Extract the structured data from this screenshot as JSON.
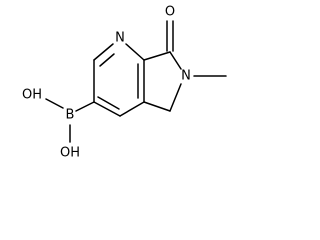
{
  "molecule": {
    "atoms": {
      "nitrogen_ring": "N",
      "nitrogen_lactam": "N",
      "oxygen_carbonyl": "O",
      "boron": "B",
      "hydroxyl_upper": "OH",
      "hydroxyl_lower": "OH"
    }
  }
}
